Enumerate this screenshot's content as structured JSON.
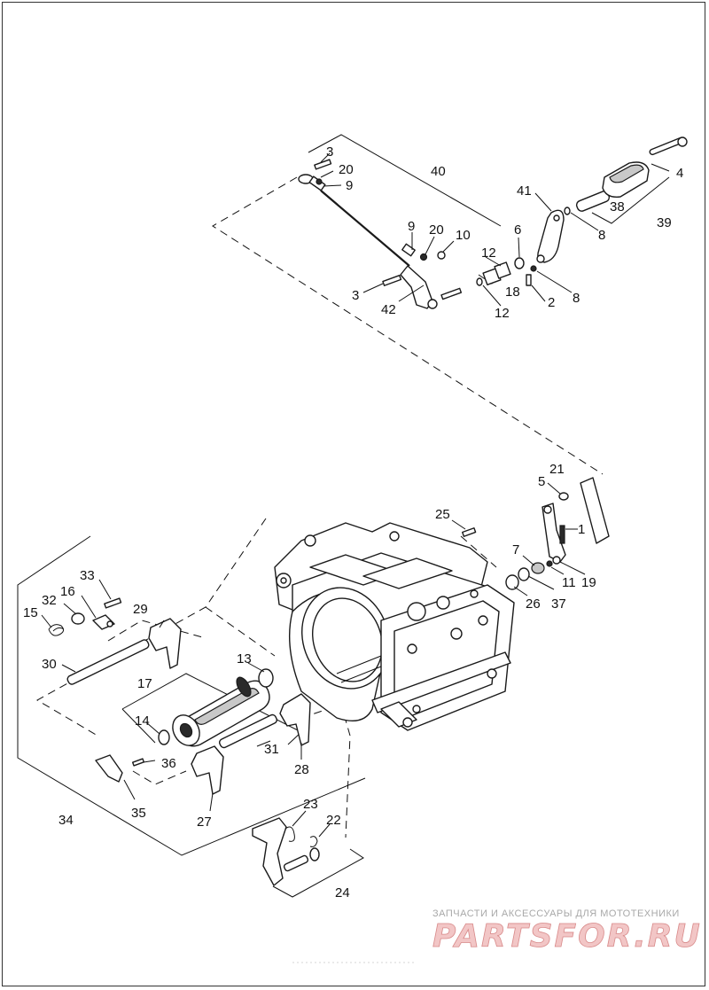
{
  "callouts": {
    "c1": "1",
    "c2": "2",
    "c3a": "3",
    "c3b": "3",
    "c4": "4",
    "c5": "5",
    "c6": "6",
    "c7": "7",
    "c8a": "8",
    "c8b": "8",
    "c9a": "9",
    "c9b": "9",
    "c10": "10",
    "c11": "11",
    "c12a": "12",
    "c12b": "12",
    "c13": "13",
    "c14": "14",
    "c15": "15",
    "c16": "16",
    "c17": "17",
    "c18": "18",
    "c19": "19",
    "c20a": "20",
    "c20b": "20",
    "c21": "21",
    "c22": "22",
    "c23": "23",
    "c24": "24",
    "c25": "25",
    "c26": "26",
    "c27": "27",
    "c28": "28",
    "c29": "29",
    "c30": "30",
    "c31": "31",
    "c32": "32",
    "c33": "33",
    "c34": "34",
    "c35": "35",
    "c36": "36",
    "c37": "37",
    "c38": "38",
    "c39": "39",
    "c40": "40",
    "c41": "41",
    "c42": "42"
  },
  "watermark": {
    "top_text": "ЗАПЧАСТИ И АКСЕССУАРЫ ДЛЯ МОТОТЕХНИКИ",
    "brand_text": "PARTSFOR.RU"
  }
}
